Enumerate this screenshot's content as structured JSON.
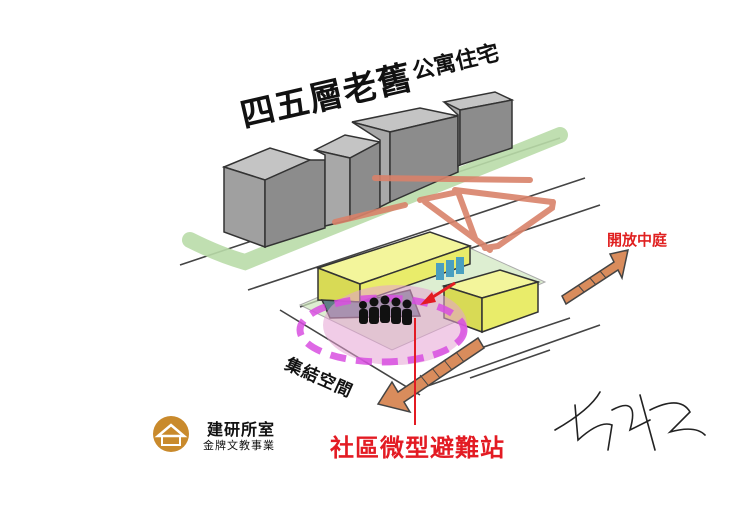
{
  "labels": {
    "title_main": "四五層老舊",
    "title_sub": "公寓住宅",
    "open_courtyard": "開放中庭",
    "gathering_space": "集結空間",
    "station": "社區微型避難站",
    "brand_name": "建研所室",
    "brand_sub": "金牌文教事業"
  },
  "icons": [
    "house-logo-icon",
    "signature-icon",
    "people-icon",
    "arrow-icon"
  ],
  "colors": {
    "building_fill": "#a9a9a9",
    "green_path": "#b9dca9",
    "red_path": "#d9826a",
    "yellow_block": "#e9ec6a",
    "magenta_circle": "#e64fd9",
    "accent_red": "#e31b23",
    "window_blue": "#4a9fc0",
    "logo_brown": "#c98a2c"
  }
}
